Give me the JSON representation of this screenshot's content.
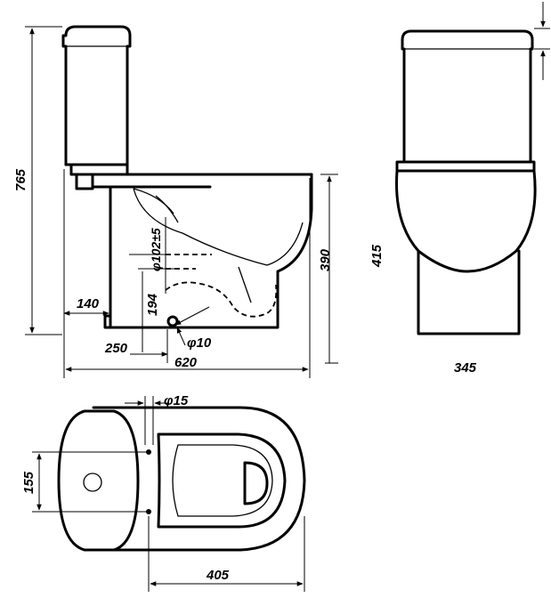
{
  "dimensions": {
    "overall_height": "765",
    "tank_depth": "140",
    "outlet_height": "194",
    "flange_offset": "φ102±5",
    "outlet_distance": "250",
    "fixing_hole": "φ10",
    "overall_length": "620",
    "bowl_height": "390",
    "seat_height": "415",
    "overall_width": "345",
    "hole_diameter": "φ15",
    "hole_spacing": "155",
    "bowl_length": "405"
  }
}
